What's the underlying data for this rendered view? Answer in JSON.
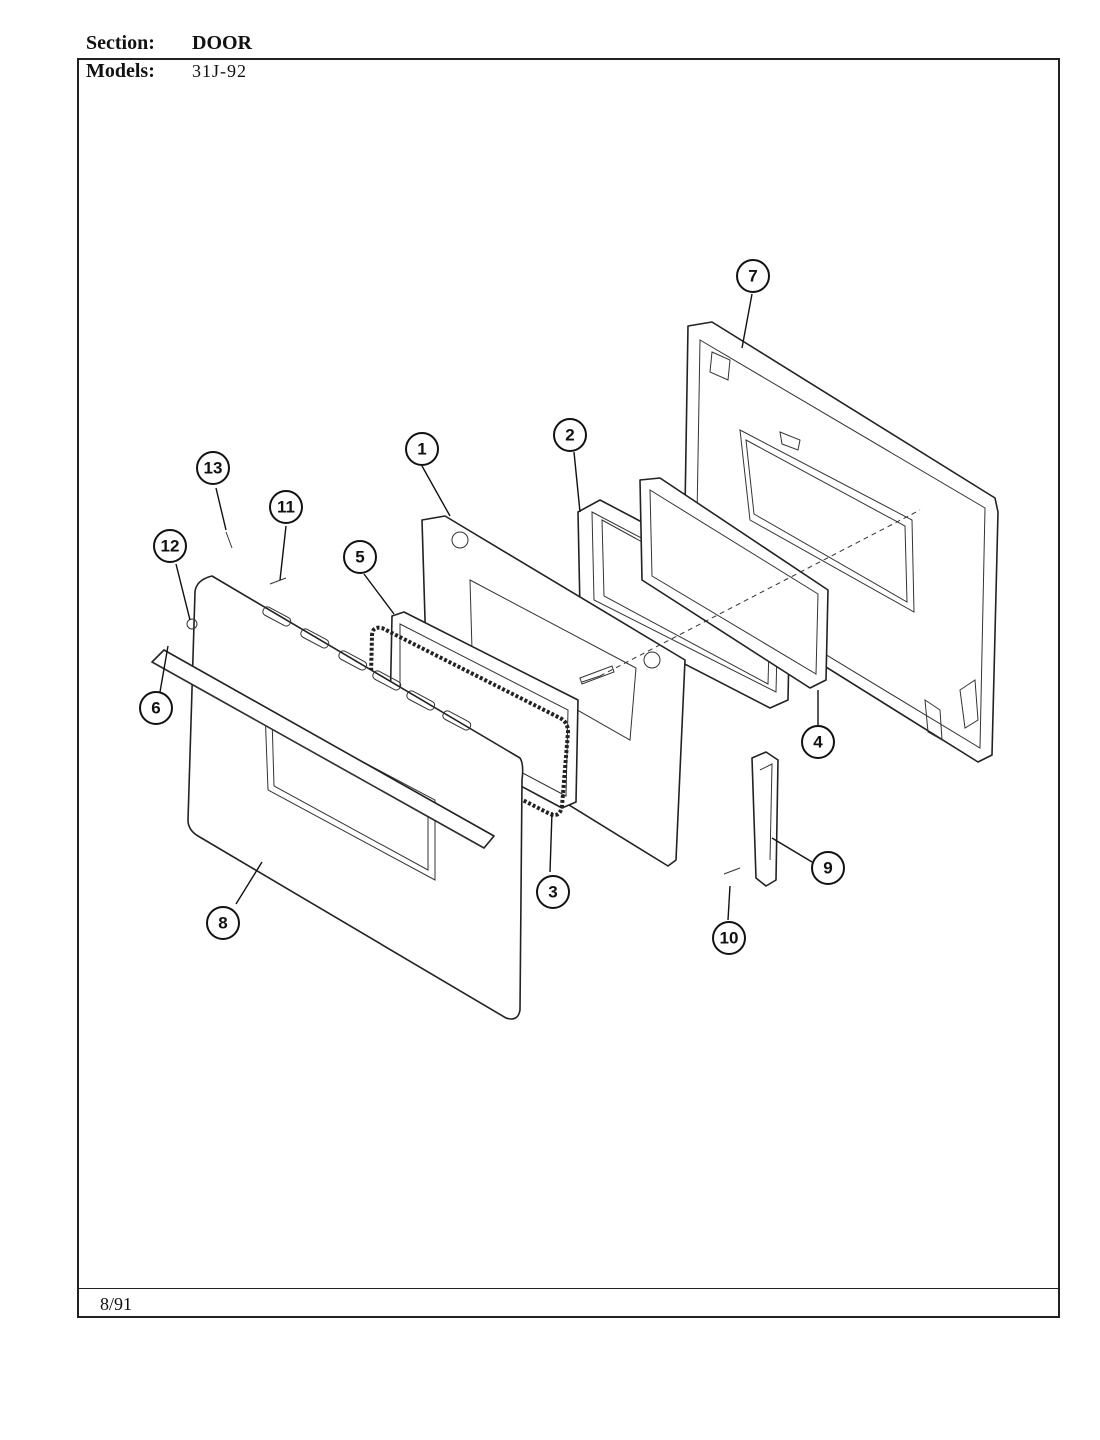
{
  "header": {
    "section_label": "Section:",
    "section_value": "DOOR",
    "models_label": "Models:",
    "models_value": "31J-92"
  },
  "footer": {
    "date": "8/91"
  },
  "callouts": [
    "1",
    "2",
    "3",
    "4",
    "5",
    "6",
    "7",
    "8",
    "9",
    "10",
    "11",
    "12",
    "13"
  ]
}
